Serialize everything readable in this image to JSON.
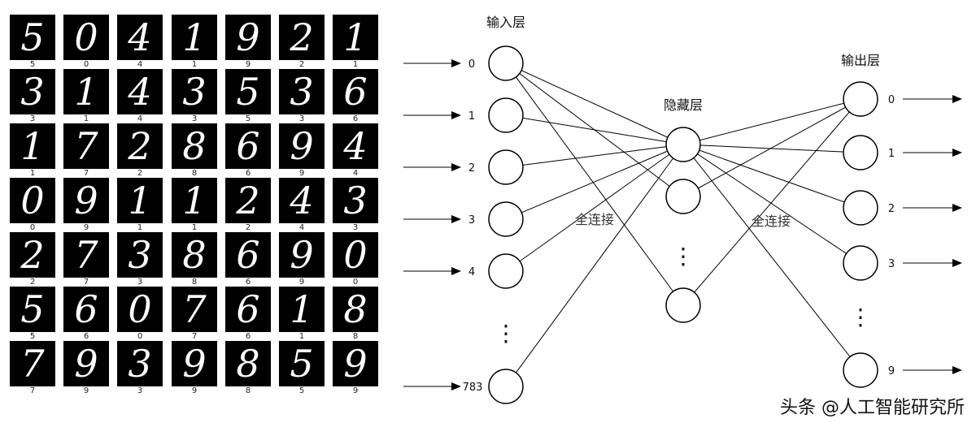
{
  "mnist_grid": {
    "rows": [
      [
        "5",
        "0",
        "4",
        "1",
        "9",
        "2",
        "1"
      ],
      [
        "3",
        "1",
        "4",
        "3",
        "5",
        "3",
        "6"
      ],
      [
        "1",
        "7",
        "2",
        "8",
        "6",
        "9",
        "4"
      ],
      [
        "0",
        "9",
        "1",
        "1",
        "2",
        "4",
        "3"
      ],
      [
        "2",
        "7",
        "3",
        "8",
        "6",
        "9",
        "0"
      ],
      [
        "5",
        "6",
        "0",
        "7",
        "6",
        "1",
        "8"
      ],
      [
        "7",
        "9",
        "3",
        "9",
        "8",
        "5",
        "9"
      ]
    ]
  },
  "network": {
    "input_layer_title": "输入层",
    "hidden_layer_title": "隐藏层",
    "output_layer_title": "输出层",
    "input_labels": [
      "0",
      "1",
      "2",
      "3",
      "4",
      "783"
    ],
    "output_labels": [
      "0",
      "1",
      "2",
      "3",
      "9"
    ],
    "connection_label_left": "全连接",
    "connection_label_right": "全连接",
    "ellipsis": "⋮"
  },
  "watermark": "头条 @人工智能研究所"
}
